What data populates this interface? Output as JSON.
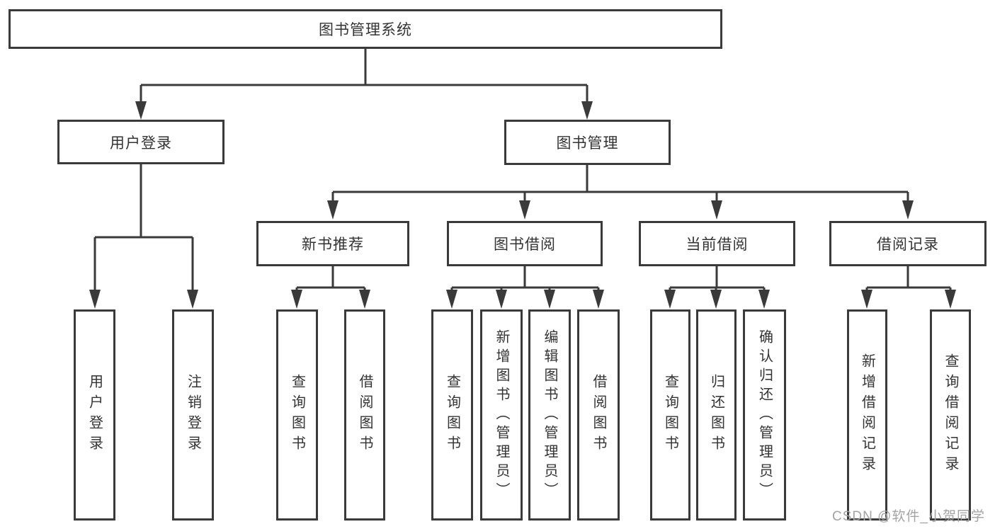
{
  "tree": {
    "root": {
      "label": "图书管理系统",
      "children": [
        {
          "label": "用户登录",
          "children": [
            {
              "label": "用户登录"
            },
            {
              "label": "注销登录"
            }
          ]
        },
        {
          "label": "图书管理",
          "children": [
            {
              "label": "新书推荐",
              "children": [
                {
                  "label": "查询图书"
                },
                {
                  "label": "借阅图书"
                }
              ]
            },
            {
              "label": "图书借阅",
              "children": [
                {
                  "label": "查询图书"
                },
                {
                  "label": "新增图书（管理员）"
                },
                {
                  "label": "编辑图书（管理员）"
                },
                {
                  "label": "借阅图书"
                }
              ]
            },
            {
              "label": "当前借阅",
              "children": [
                {
                  "label": "查询图书"
                },
                {
                  "label": "归还图书"
                },
                {
                  "label": "确认归还（管理员）"
                }
              ]
            },
            {
              "label": "借阅记录",
              "children": [
                {
                  "label": "新增借阅记录"
                },
                {
                  "label": "查询借阅记录"
                }
              ]
            }
          ]
        }
      ]
    }
  },
  "watermark": {
    "text": "CSDN @软件_小贺同学"
  },
  "colors": {
    "line": "#3a3a3a",
    "text": "#333333",
    "watermark": "#a3a3a3",
    "background": "#ffffff"
  }
}
